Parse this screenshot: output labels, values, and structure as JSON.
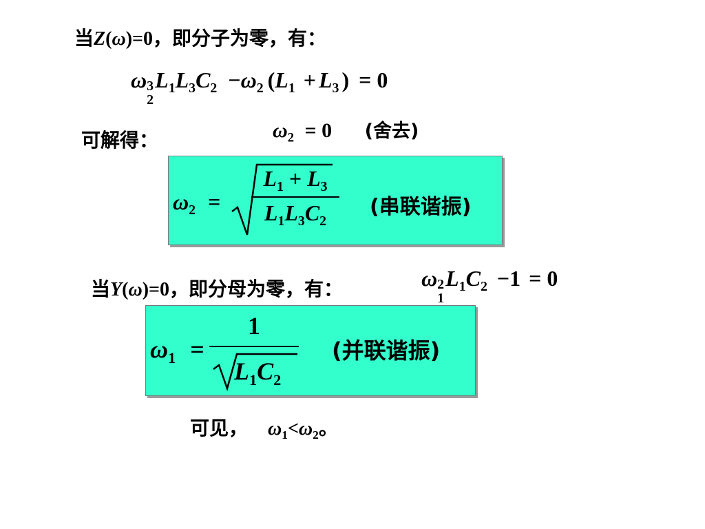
{
  "line1": {
    "prefix": "当",
    "fn": "Z",
    "open": "(",
    "omega": "ω",
    "close": ")=0",
    "rest": "，即分子为零，有："
  },
  "eq1": {
    "w": "ω",
    "w_sub": "2",
    "w_sup": "3",
    "L1": "L",
    "L1_sub": "1",
    "L3": "L",
    "L3_sub": "3",
    "C": "C",
    "C_sub": "2",
    "minus": "−",
    "w2": "ω",
    "w2_sub": "2",
    "paren_open": "(",
    "La": "L",
    "La_sub": "1",
    "plus": "+",
    "Lb": "L",
    "Lb_sub": "3",
    "paren_close": ")",
    "eq": "= 0"
  },
  "solve_label": "可解得：",
  "eq2": {
    "w": "ω",
    "w_sub": "2",
    "eq": "= 0",
    "note": "(舍去)"
  },
  "box1": {
    "w": "ω",
    "w_sub": "2",
    "eq": "=",
    "num_L1": "L",
    "num_L1_sub": "1",
    "num_plus": "+",
    "num_L3": "L",
    "num_L3_sub": "3",
    "den_L1": "L",
    "den_L1_sub": "1",
    "den_L3": "L",
    "den_L3_sub": "3",
    "den_C": "C",
    "den_C_sub": "2",
    "note": "(串联谐振)"
  },
  "line2": {
    "prefix": "当",
    "fn": "Y",
    "open": "(",
    "omega": "ω",
    "close": ")=0",
    "rest": "，即分母为零，有："
  },
  "eq3": {
    "w": "ω",
    "w_sub": "1",
    "w_sup": "2",
    "L": "L",
    "L_sub": "1",
    "C": "C",
    "C_sub": "2",
    "minus": "−",
    "one": "1",
    "eq": "= 0"
  },
  "box2": {
    "w": "ω",
    "w_sub": "1",
    "eq": "=",
    "num": "1",
    "den_L": "L",
    "den_L_sub": "1",
    "den_C": "C",
    "den_C_sub": "2",
    "note": "(并联谐振)"
  },
  "conclusion": {
    "label": "可见，",
    "w1": "ω",
    "w1_sub": "1",
    "lt": "<",
    "w2": "ω",
    "w2_sub": "2",
    "end": "。"
  },
  "colors": {
    "box_fill": "#33ffcc",
    "box_border": "#7a7a7a"
  }
}
